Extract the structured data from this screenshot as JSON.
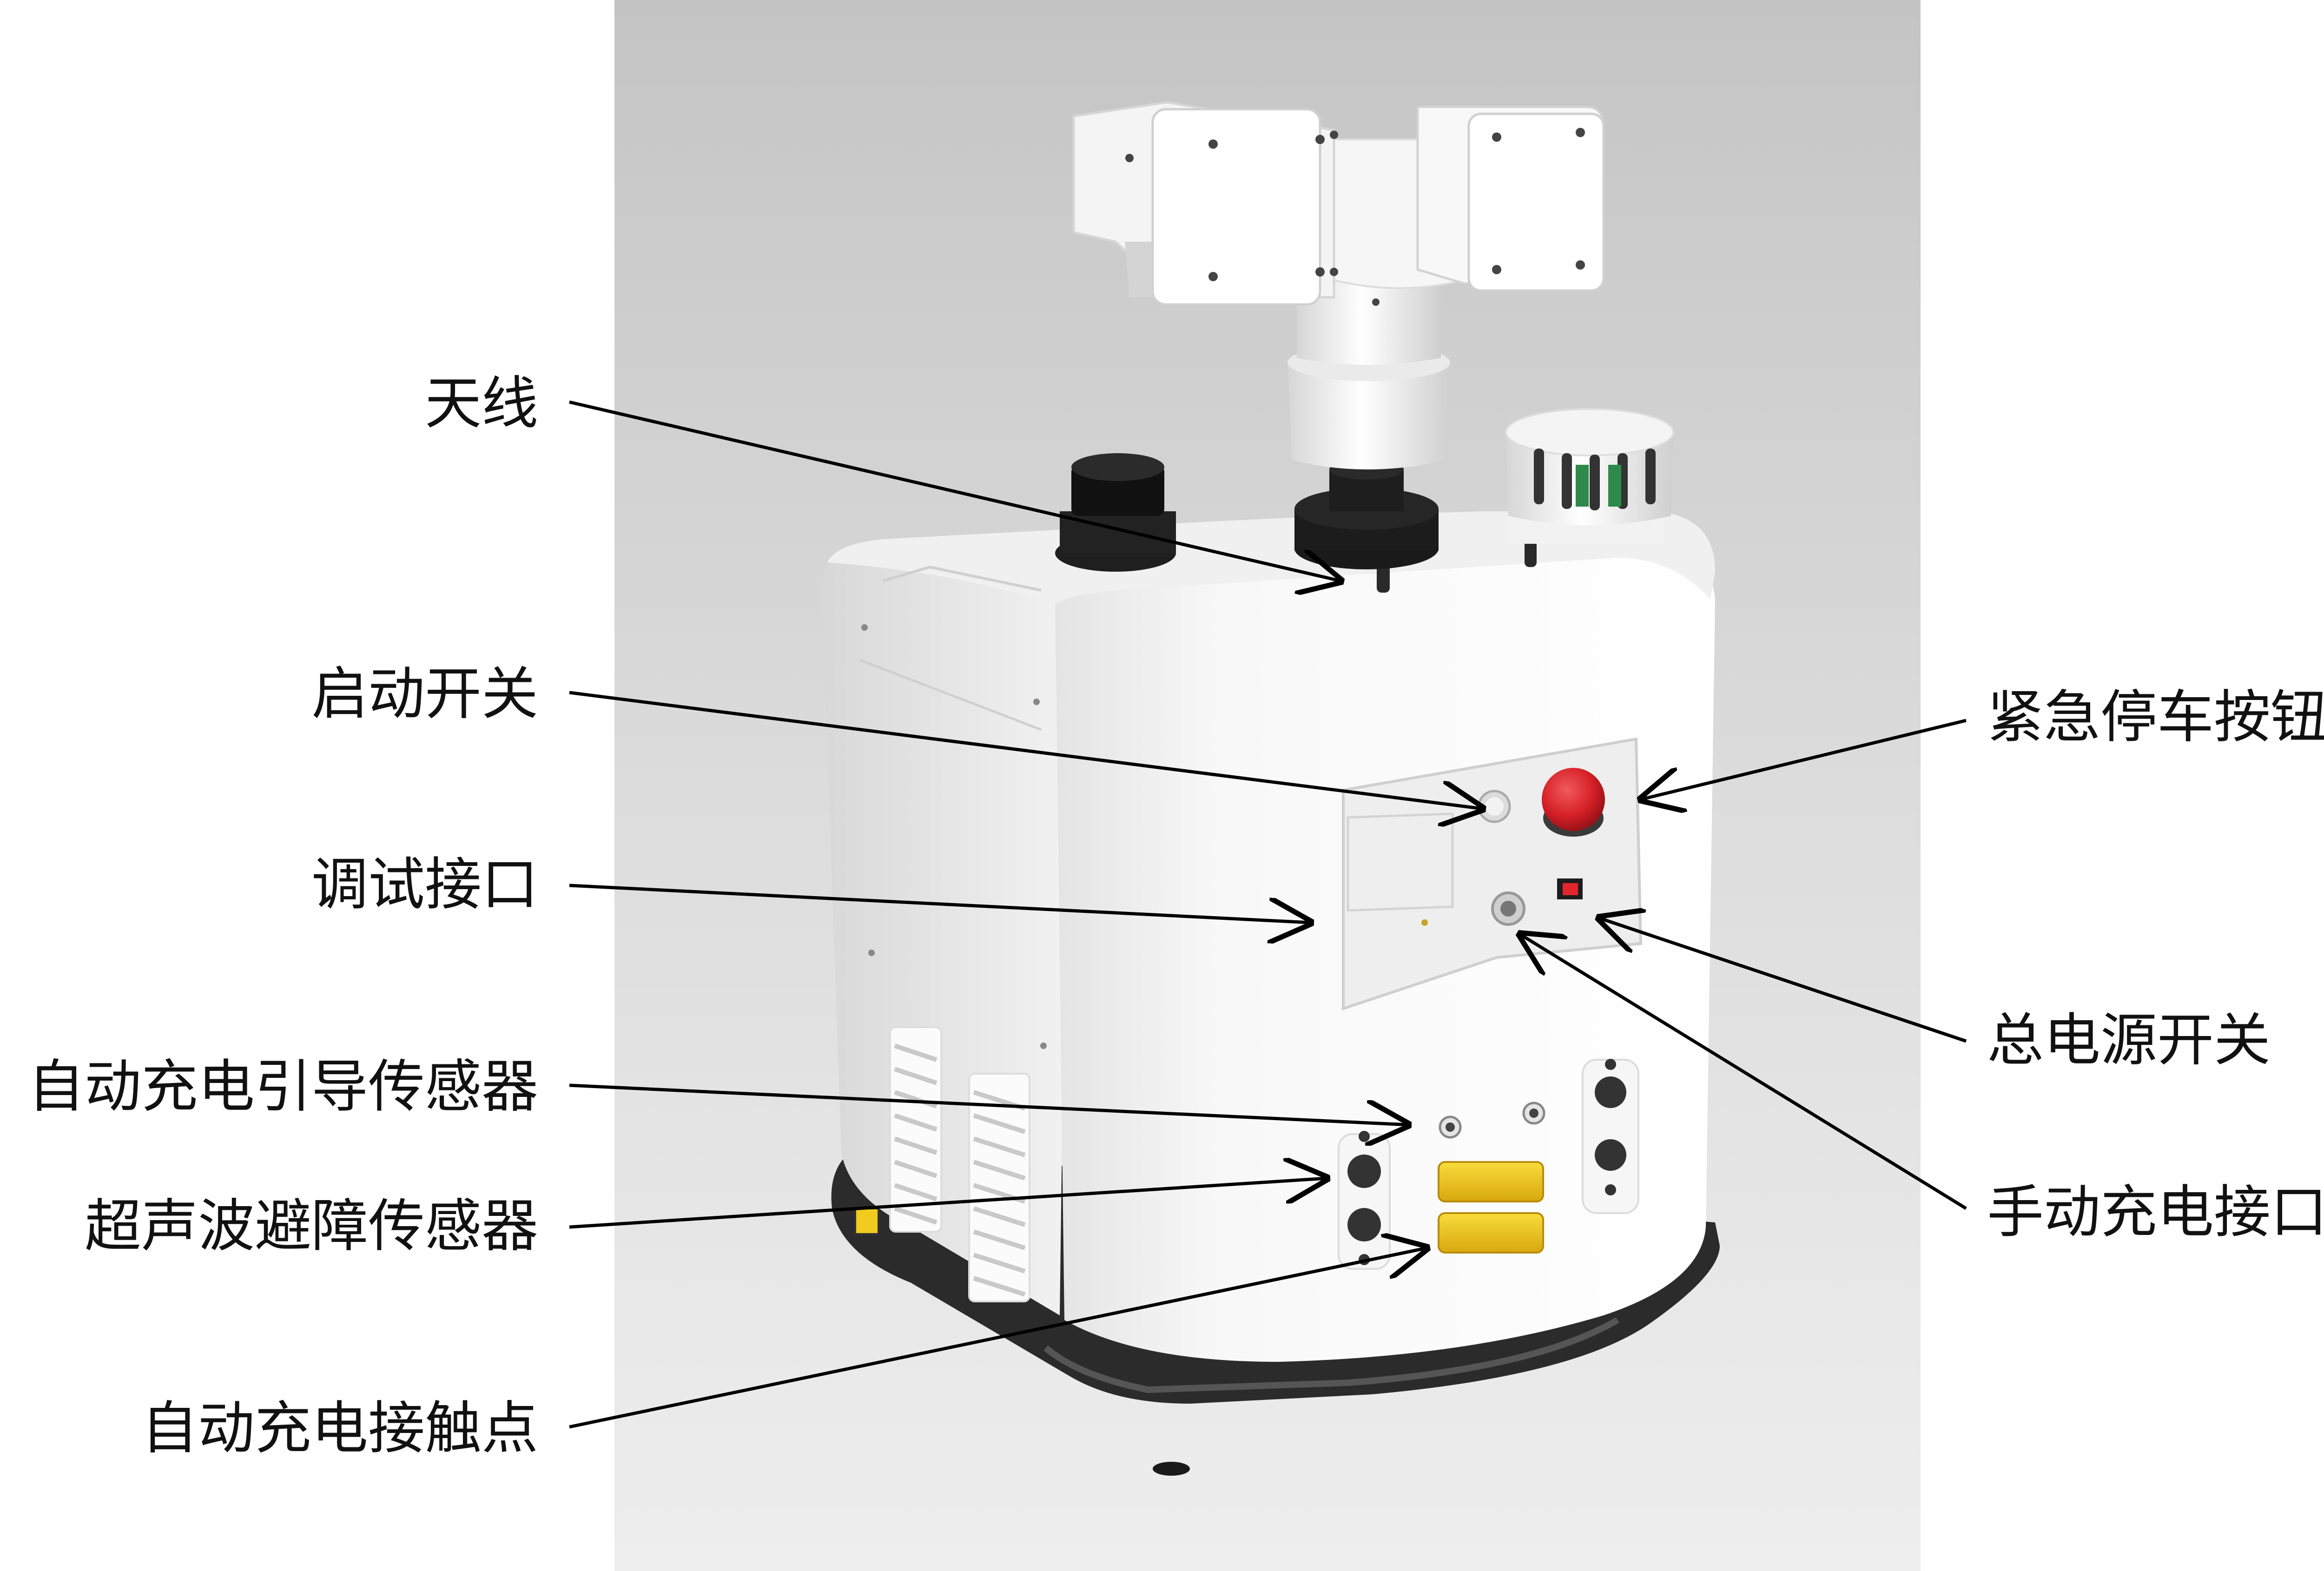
{
  "colors": {
    "backdrop_light": "#e6e6e6",
    "backdrop_dark": "#c4c4c4",
    "body": "#f7f7f7",
    "body_shade": "#d9d9d9",
    "base": "#2b2b2b",
    "emergency_button": "#d41f26",
    "contacts": "#f1cb1d",
    "power_switch": "#e3262d",
    "line": "#000000"
  },
  "labels": {
    "antenna": "天线",
    "start_switch": "启动开关",
    "debug_port": "调试接口",
    "charge_guide_sensor": "自动充电引导传感器",
    "ultrasonic_sensor": "超声波避障传感器",
    "charge_contacts": "自动充电接触点",
    "emergency_stop": "紧急停车按钮",
    "main_power_switch": "总电源开关",
    "manual_charge_port": "手动充电接口"
  }
}
